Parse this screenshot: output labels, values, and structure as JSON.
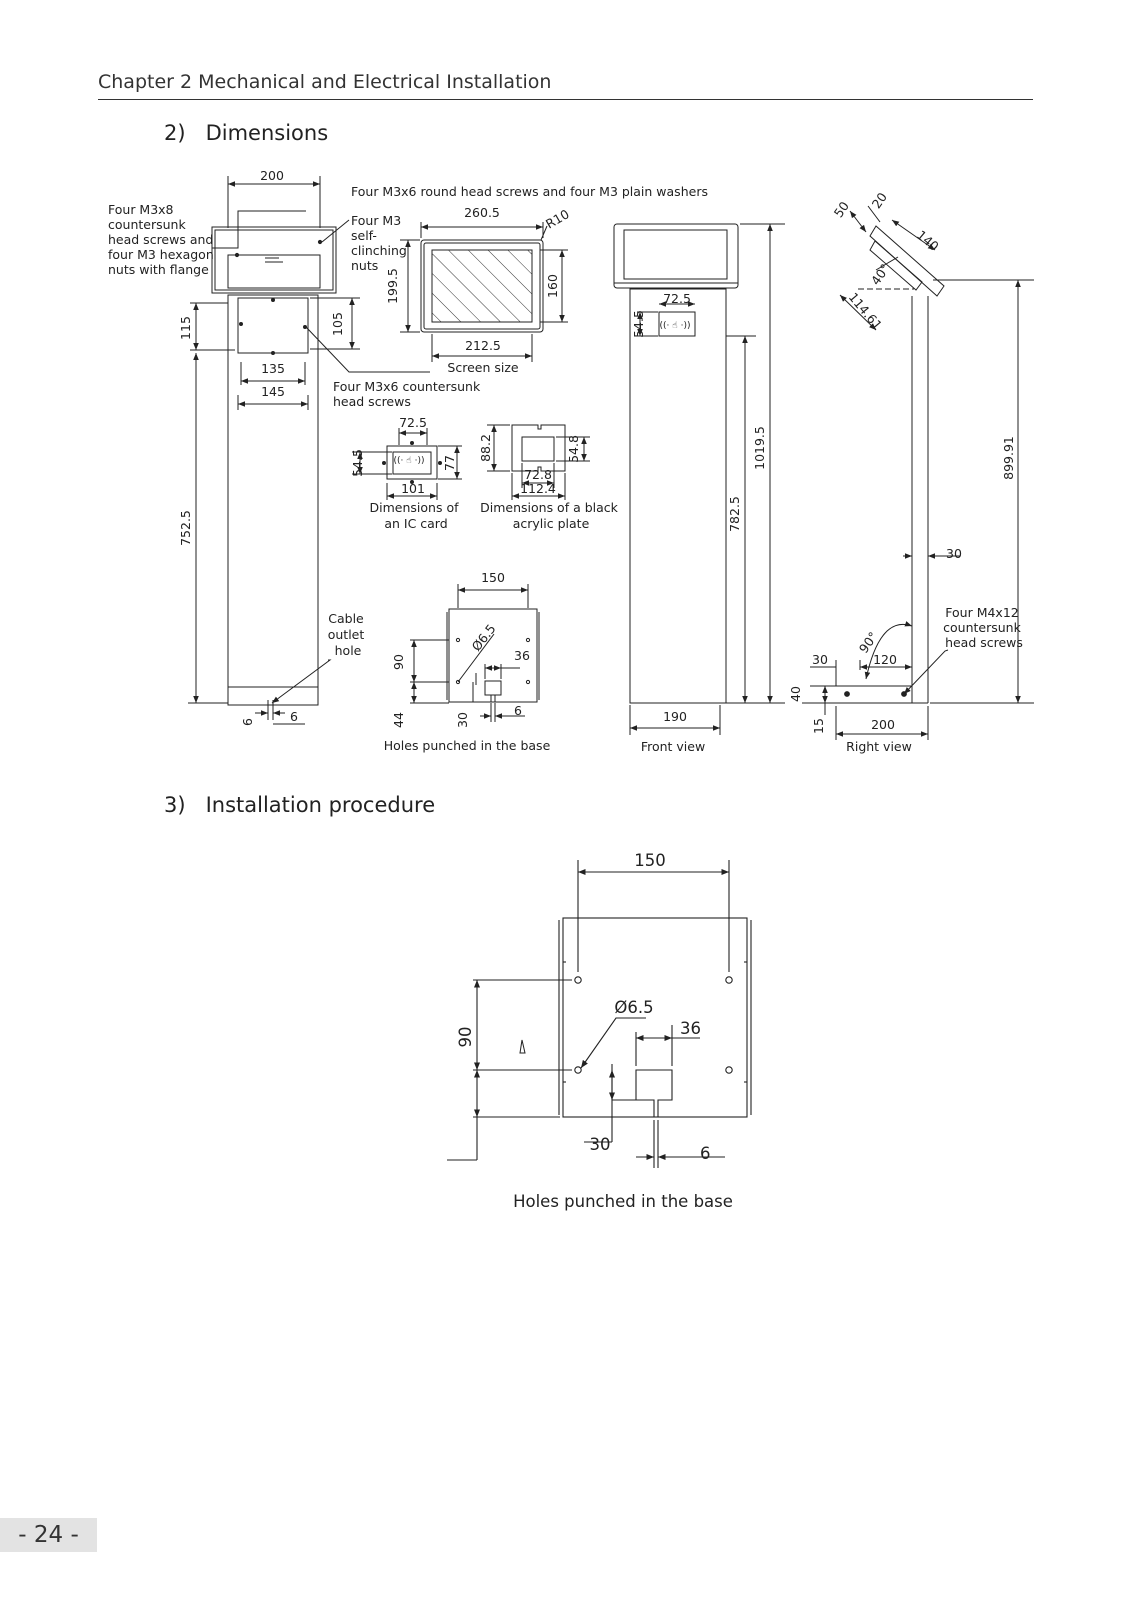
{
  "header": {
    "chapter": "Chapter 2 Mechanical and Electrical Installation"
  },
  "section_dimensions": {
    "title": "2)   Dimensions"
  },
  "section_install": {
    "title": "3)   Installation procedure"
  },
  "page_number": "- 24 -",
  "left_view": {
    "dim_width": "200",
    "dim_115": "115",
    "dim_105": "105",
    "dim_135": "135",
    "dim_145": "145",
    "dim_height": "752.5",
    "dim_6a": "6",
    "dim_6b": "6",
    "note_m3x8": [
      "Four M3x8",
      "countersunk",
      "head screws and",
      "four M3 hexagon",
      "nuts with flange"
    ],
    "note_m3_self": [
      "Four M3",
      "self-",
      "clinching",
      "nuts"
    ],
    "note_m3x6_cs": [
      "Four M3x6 countersunk",
      "head screws"
    ],
    "note_cable": [
      "Cable",
      "outlet",
      "hole"
    ]
  },
  "screen": {
    "note_round": "Four M3x6 round head screws  and four M3 plain washers",
    "dim_260": "260.5",
    "dim_r10": "R10",
    "dim_199": "199.5",
    "dim_160": "160",
    "dim_212": "212.5",
    "caption": "Screen size"
  },
  "ic_card": {
    "dim_72": "72.5",
    "dim_54": "54.5",
    "dim_77": "77",
    "dim_101": "101",
    "caption": [
      "Dimensions of",
      "an IC card"
    ]
  },
  "acrylic": {
    "dim_88": "88.2",
    "dim_54": "54.8",
    "dim_72": "72.8",
    "dim_112": "112.4",
    "caption": [
      "Dimensions of a black",
      "acrylic plate"
    ]
  },
  "base_small": {
    "dim_150": "150",
    "dim_phi": "Ø6.5",
    "dim_36": "36",
    "dim_90": "90",
    "dim_44": "44",
    "dim_30": "30",
    "dim_6": "6",
    "caption": "Holes punched in the base"
  },
  "front_view": {
    "dim_72": "72.5",
    "dim_54": "54.5",
    "dim_1019": "1019.5",
    "dim_782": "782.5",
    "dim_190": "190",
    "caption": "Front view"
  },
  "right_view": {
    "dim_50": "50",
    "dim_20": "20",
    "dim_140": "140",
    "dim_40deg": "40°",
    "dim_114": "114.61",
    "dim_899": "899.91",
    "dim_30a": "30",
    "dim_90deg": "90°",
    "dim_30b": "30",
    "dim_120": "120",
    "dim_40": "40",
    "dim_15": "15",
    "dim_200": "200",
    "note_m4x12": [
      "Four M4x12",
      "countersunk",
      "head screws"
    ],
    "caption": "Right view"
  },
  "base_large": {
    "dim_150": "150",
    "dim_phi": "Ø6.5",
    "dim_36": "36",
    "dim_90": "90",
    "dim_30": "30",
    "dim_6": "6",
    "caption": "Holes punched in the base"
  }
}
